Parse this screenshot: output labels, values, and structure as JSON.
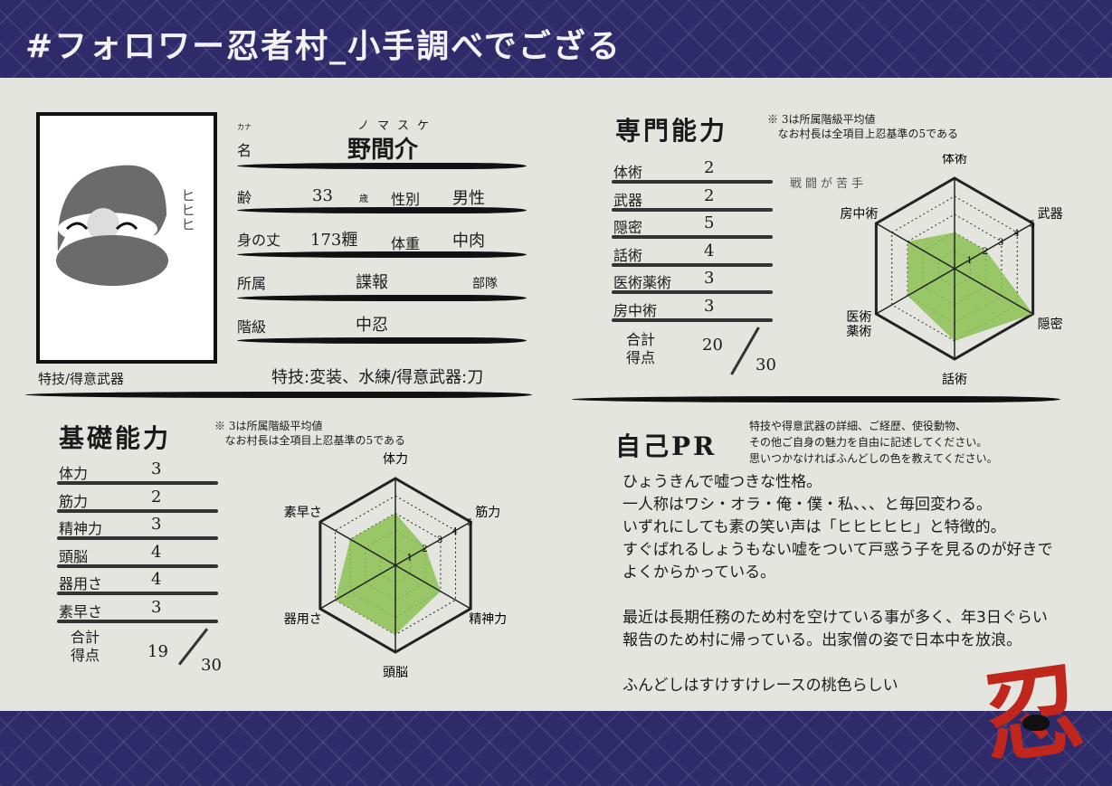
{
  "title": "#フォロワー忍者村_小手調べでござる",
  "profile": {
    "kana_label": "カナ",
    "name_label": "名",
    "name_kana": "ノマスケ",
    "name": "野間介",
    "age_label": "齢",
    "age": "33",
    "age_unit": "歳",
    "gender_label": "性別",
    "gender": "男性",
    "height_label": "身の丈",
    "height": "173糎",
    "weight_label": "体重",
    "weight": "中肉",
    "affiliation_label": "所属",
    "affiliation": "諜報",
    "affiliation_unit": "部隊",
    "rank_label": "階級",
    "rank": "中忍",
    "skill_label": "特技/得意武器",
    "skill": "特技:変装、水練/得意武器:刀",
    "portrait_text": "ヒヒヒ"
  },
  "basic": {
    "heading": "基礎能力",
    "note": [
      "※ 3は所属階級平均値",
      "なお村長は全項目上忍基準の5である"
    ],
    "items": [
      {
        "label": "体力",
        "value": "3"
      },
      {
        "label": "筋力",
        "value": "2"
      },
      {
        "label": "精神力",
        "value": "3"
      },
      {
        "label": "頭脳",
        "value": "4"
      },
      {
        "label": "器用さ",
        "value": "4"
      },
      {
        "label": "素早さ",
        "value": "3"
      }
    ],
    "total_label": [
      "合計",
      "得点"
    ],
    "total": "19",
    "max": "30"
  },
  "special": {
    "heading": "専門能力",
    "note": [
      "※ 3は所属階級平均値",
      "なお村長は全項目上忍基準の5である"
    ],
    "items": [
      {
        "label": "体術",
        "value": "2"
      },
      {
        "label": "武器",
        "value": "2"
      },
      {
        "label": "隠密",
        "value": "5"
      },
      {
        "label": "話術",
        "value": "4"
      },
      {
        "label": "医術薬術",
        "value": "3"
      },
      {
        "label": "房中術",
        "value": "3"
      }
    ],
    "total_label": [
      "合計",
      "得点"
    ],
    "total": "20",
    "max": "30",
    "annotation": "戦闘が苦手"
  },
  "pr": {
    "heading": "自己PR",
    "instructions": [
      "特技や得意武器の詳細、ご経歴、使役動物、",
      "その他ご自身の魅力を自由に記述してください。",
      "思いつかなければふんどしの色を教えてください。"
    ],
    "body": "ひょうきんで嘘つきな性格。\n一人称はワシ・オラ・俺・僕・私、、、と毎回変わる。\nいずれにしても素の笑い声は「ヒヒヒヒヒ」と特徴的。\nすぐばれるしょうもない嘘をついて戸惑う子を見るのが好きで\nよくからかっている。\n\n最近は長期任務のため村を空けている事が多く、年3日ぐらい\n報告のため村に帰っている。出家僧の姿で日本中を放浪。\n\nふんどしはすけすけレースの桃色らしい"
  },
  "logo_text": "忍",
  "chart_data": [
    {
      "type": "radar",
      "title": "基礎能力",
      "axes": [
        "体力",
        "筋力",
        "精神力",
        "頭脳",
        "器用さ",
        "素早さ"
      ],
      "values": [
        3,
        2,
        3,
        4,
        4,
        3
      ],
      "range": [
        0,
        5
      ],
      "ticks": [
        "1",
        "2",
        "3",
        "4",
        "5"
      ],
      "fill": "#8cc152"
    },
    {
      "type": "radar",
      "title": "専門能力",
      "axes": [
        "体術",
        "武器",
        "隠密",
        "話術",
        "医術\n薬術",
        "房中術"
      ],
      "values": [
        2,
        2,
        5,
        4,
        3,
        3
      ],
      "range": [
        0,
        5
      ],
      "ticks": [
        "1",
        "2",
        "3",
        "4",
        "5"
      ],
      "fill": "#8cc152"
    }
  ]
}
